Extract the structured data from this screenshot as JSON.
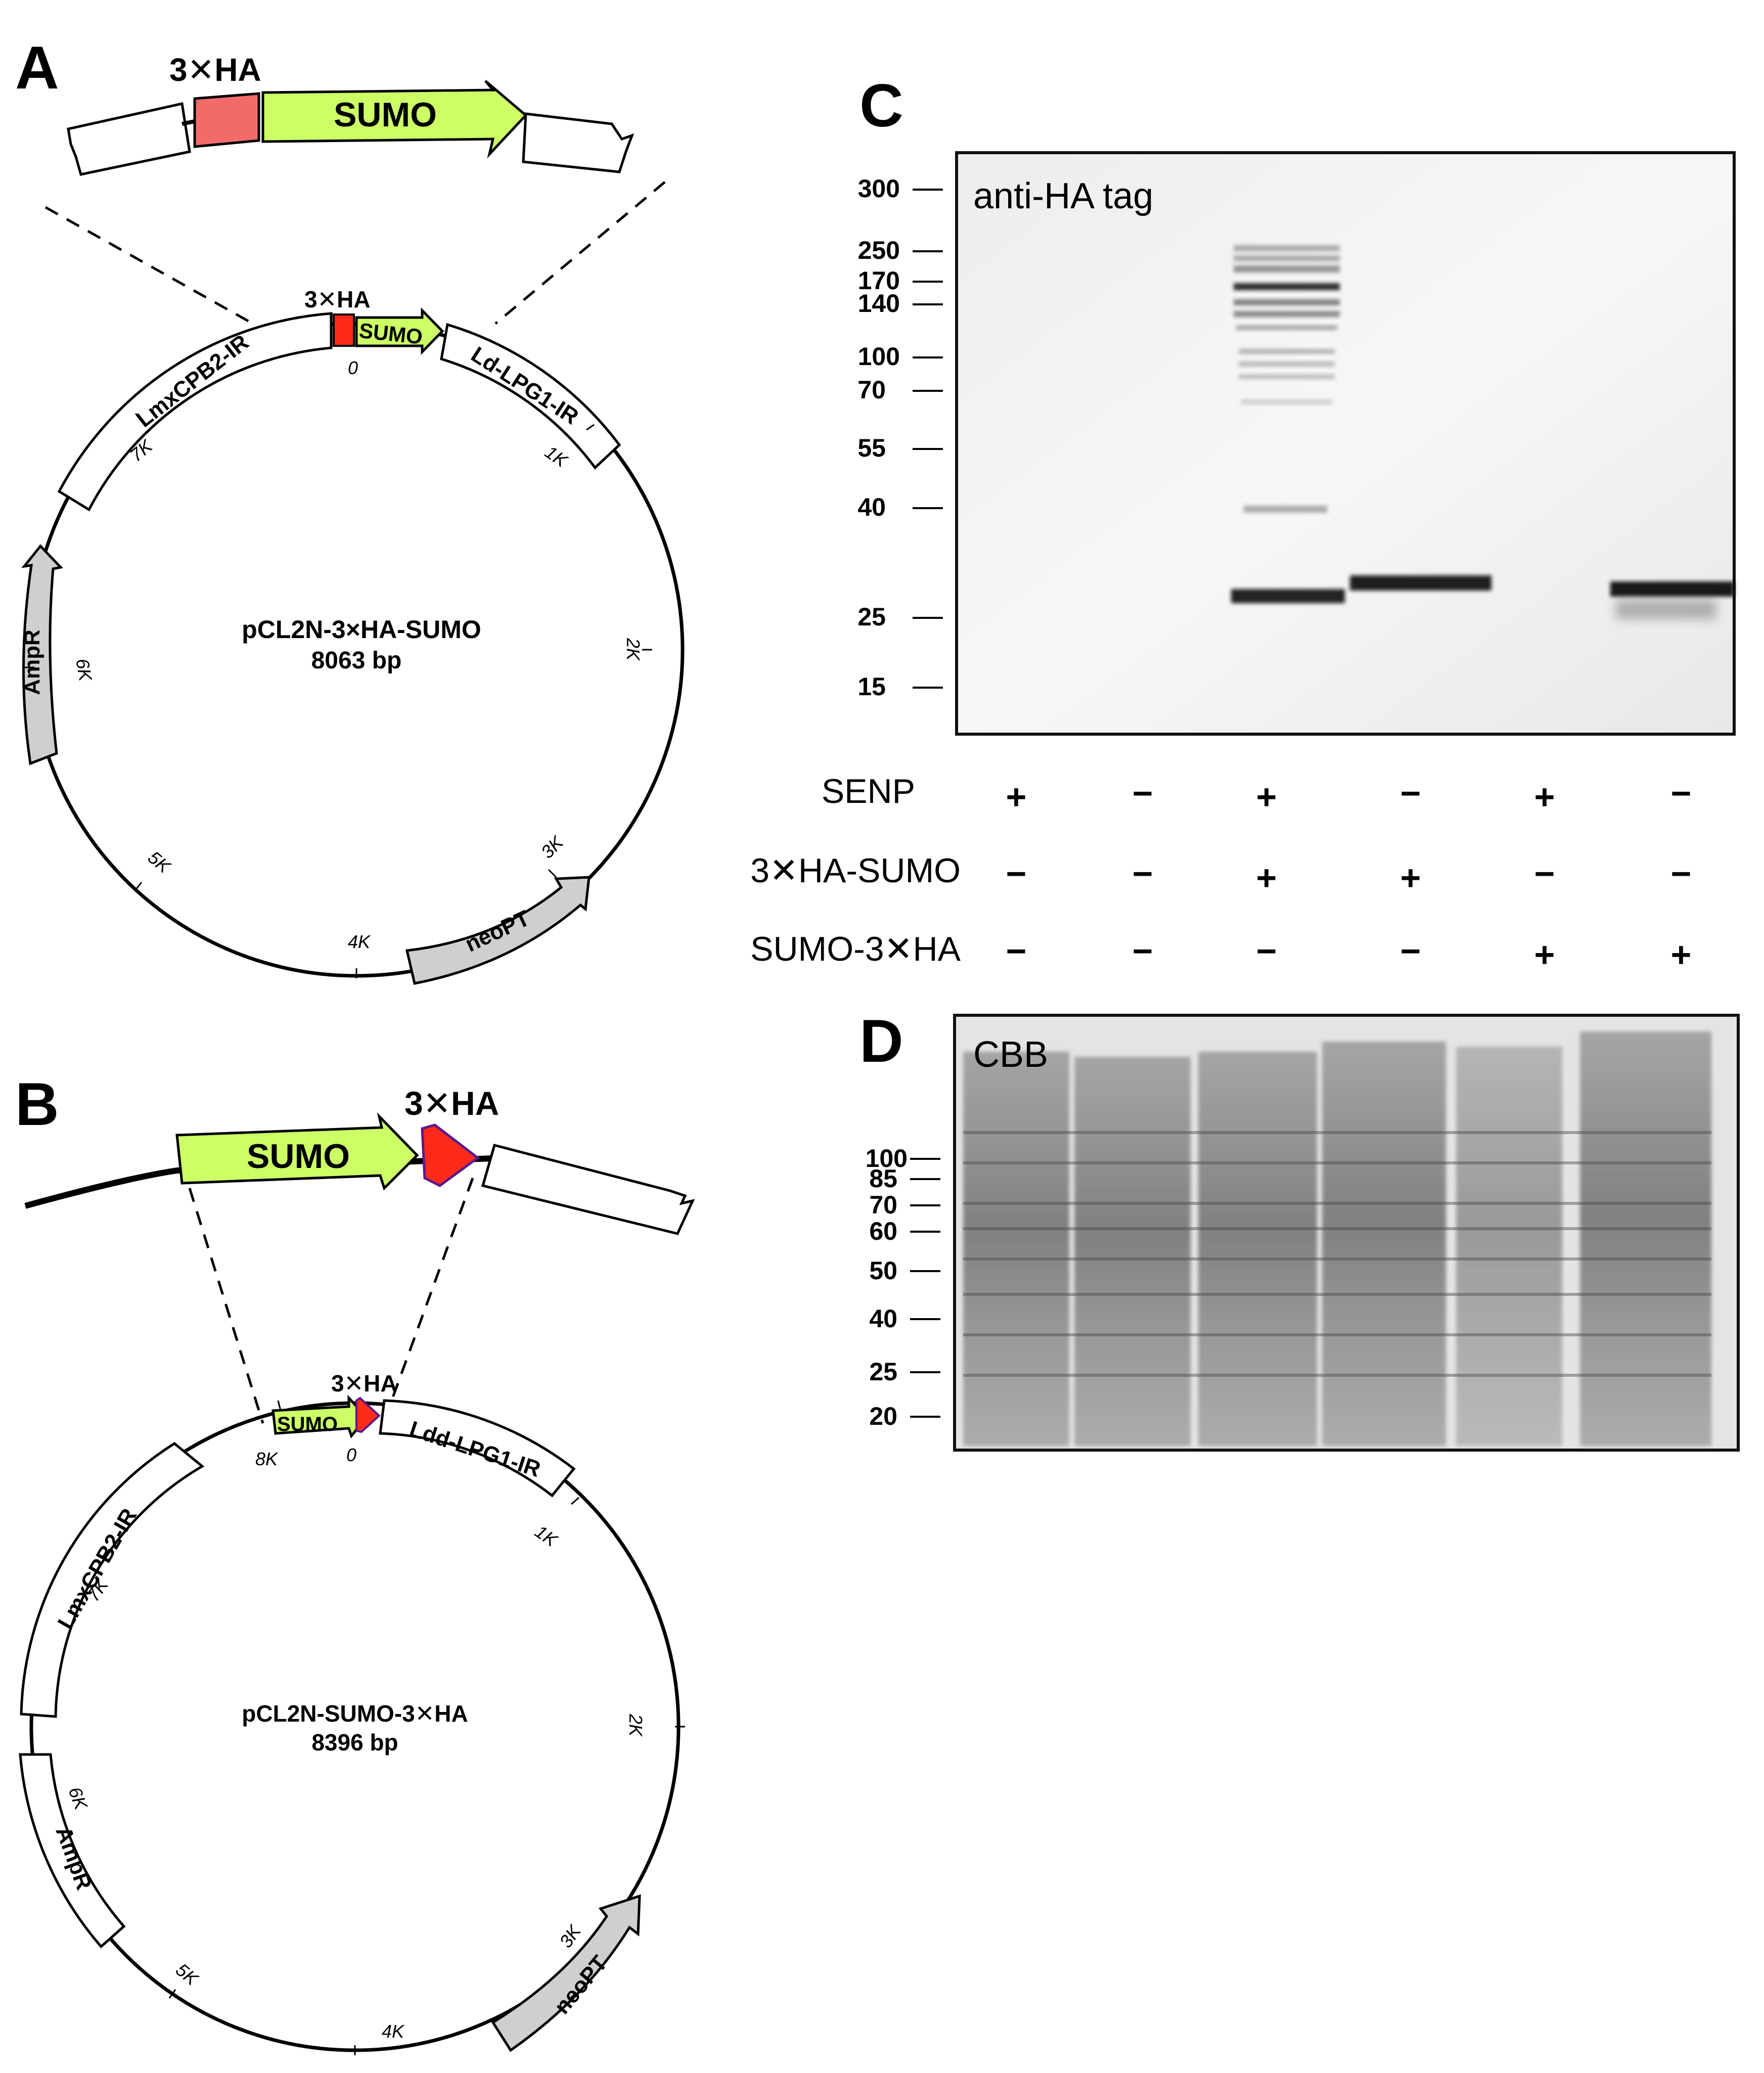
{
  "panels": {
    "A": {
      "letter": "A",
      "insert": {
        "tag_label": "3✕HA",
        "sumo_label": "SUMO"
      },
      "map": {
        "name": "pCL2N-3×HA-SUMO",
        "size": "8063 bp",
        "tag_label": "3✕HA",
        "sumo_label": "SUMO",
        "features": {
          "lmx": "LmxCPB2-IR",
          "ld": "Ld-LPG1-IR",
          "ampr": "AmpR",
          "neo": "neoPT"
        },
        "ticks": {
          "t0": "0",
          "t1": "1K",
          "t2": "2K",
          "t3": "3K",
          "t4": "4K",
          "t5": "5K",
          "t6": "6K",
          "t7": "7K"
        }
      }
    },
    "B": {
      "letter": "B",
      "insert": {
        "tag_label": "3✕HA",
        "sumo_label": "SUMO"
      },
      "map": {
        "name": "pCL2N-SUMO-3✕HA",
        "size": "8396 bp",
        "tag_label": "3✕HA",
        "sumo_label": "SUMO",
        "features": {
          "lmx": "LmxCPB2-IR",
          "ldd": "Ldd-LPG1-IR",
          "ampr": "AmpR",
          "neo": "neoPT"
        },
        "ticks": {
          "t0": "0",
          "t8": "8K",
          "t1": "1K",
          "t2": "2K",
          "t3": "3K",
          "t4": "4K",
          "t5": "5K",
          "t6": "6K",
          "t7": "7K"
        }
      }
    },
    "C": {
      "letter": "C",
      "blot_label": "anti-HA tag",
      "markers": [
        "300",
        "250",
        "170",
        "140",
        "100",
        "70",
        "55",
        "40",
        "25",
        "15"
      ],
      "conditions": [
        {
          "name": "SENP",
          "lanes": [
            "+",
            "−",
            "+",
            "−",
            "+",
            "−"
          ]
        },
        {
          "name": "3✕HA-SUMO",
          "lanes": [
            "−",
            "−",
            "+",
            "+",
            "−",
            "−"
          ]
        },
        {
          "name": "SUMO-3✕HA",
          "lanes": [
            "−",
            "−",
            "−",
            "−",
            "+",
            "+"
          ]
        }
      ]
    },
    "D": {
      "letter": "D",
      "gel_label": "CBB",
      "markers": [
        "100",
        "85",
        "70",
        "60",
        "50",
        "40",
        "25",
        "20"
      ]
    }
  },
  "colors": {
    "sumo_green": "#ccff66",
    "tag_red_A": "#f26b6b",
    "tag_red_B": "#ff2a1a",
    "gray_feature": "#cfcfcf"
  }
}
